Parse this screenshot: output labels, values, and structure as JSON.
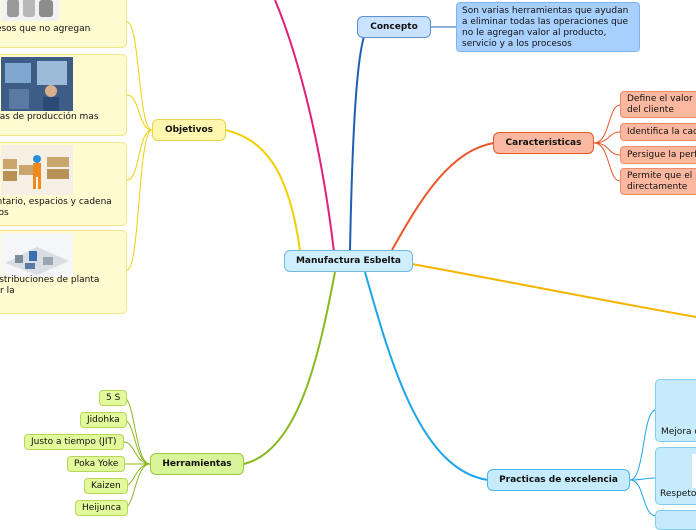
{
  "central": {
    "label": "Manufactura Esbelta"
  },
  "concepto": {
    "label": "Concepto",
    "text": [
      "Son varias herramientas que ayudan",
      "a eliminar todas las operaciones que",
      "no le agregan valor al producto,",
      "servicio y a los procesos"
    ]
  },
  "caracteristicas": {
    "label": "Caracteristicas",
    "items": [
      [
        "Define el valor d",
        "del cliente"
      ],
      [
        "Identifica la cad"
      ],
      [
        "Persigue la perfe"
      ],
      [
        "Permite que el p",
        "directamente"
      ]
    ]
  },
  "objetivos": {
    "label": "Objetivos",
    "items": [
      [
        "cesos que no agregan"
      ],
      [
        "mas de producción mas"
      ],
      [
        "entario, espacios y cadena",
        "cios"
      ],
      [
        "distribuciones de planta",
        "tar la"
      ]
    ]
  },
  "herramientas": {
    "label": "Herramientas",
    "items": [
      "5 S",
      "Jidohka",
      "Justo a tiempo (JIT)",
      "Poka Yoke",
      "Kaizen",
      "Heijunca"
    ]
  },
  "practicas": {
    "label": "Practicas de excelencia",
    "items": [
      "Mejora c",
      "Respeto"
    ]
  },
  "colors": {
    "concepto": "#1f5fb3",
    "caracteristicas": "#e8582c",
    "objetivos": "#f0d000",
    "herramientas": "#8cb81f",
    "practicas": "#1aa6e8",
    "extra": "#f5b400",
    "top": "#e0207a"
  }
}
